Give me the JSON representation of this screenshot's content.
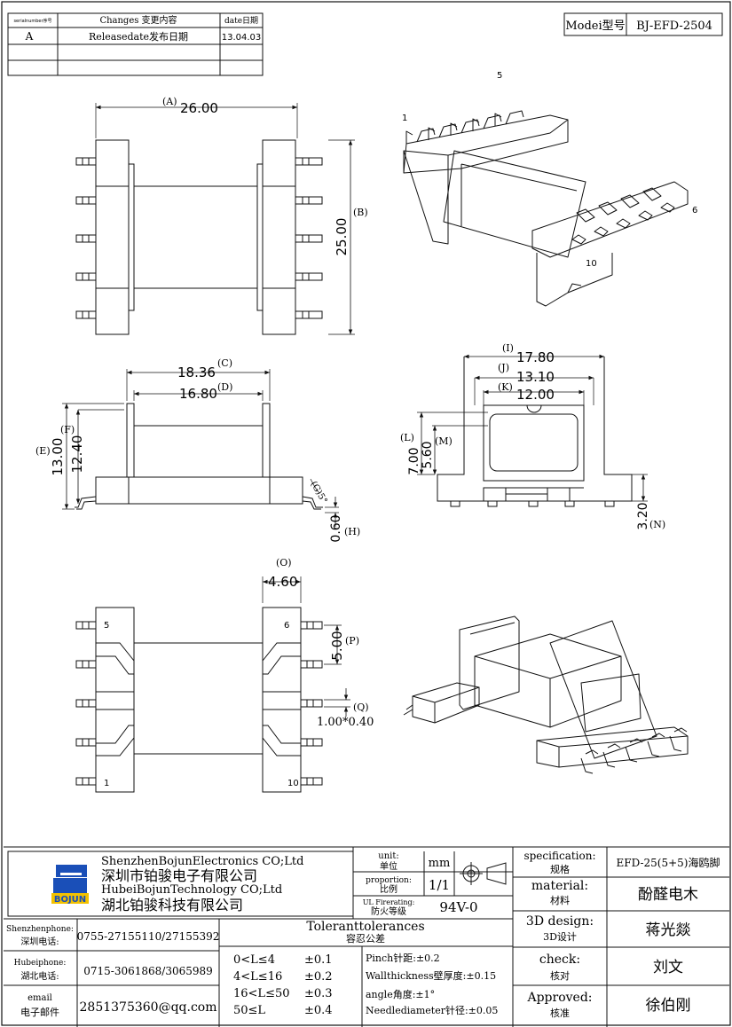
{
  "revision_table": {
    "headers": {
      "serial": "serialnumber序号",
      "changes": "Changes 变更内容",
      "date": "date日期"
    },
    "rows": [
      {
        "serial": "A",
        "changes": "Releasedate发布日期",
        "date": "13.04.03"
      },
      {
        "serial": "",
        "changes": "",
        "date": ""
      },
      {
        "serial": "",
        "changes": "",
        "date": ""
      }
    ]
  },
  "model_box": {
    "label": "Modei型号",
    "value": "BJ-EFD-2504"
  },
  "views": {
    "front": {
      "dim_a_label": "(A)",
      "dim_a_value": "26.00",
      "dim_b_value": "25.00",
      "dim_b_label": "(B)"
    },
    "side": {
      "dim_c_value": "18.36",
      "dim_c_label": "(C)",
      "dim_d_value": "16.80",
      "dim_d_label": "(D)",
      "dim_e_label": "(E)",
      "dim_e_value": "13.00",
      "dim_f_label": "(F)",
      "dim_f_value": "12.40",
      "dim_g_value": "0.60",
      "dim_g_label": "(H)",
      "angle_label": "(G)5°"
    },
    "end": {
      "dim_i_label": "(I)",
      "dim_i_value": "17.80",
      "dim_j_label": "(J)",
      "dim_j_value": "13.10",
      "dim_k_label": "(K)",
      "dim_k_value": "12.00",
      "dim_l_label": "(L)",
      "dim_l_value": "7.00",
      "dim_m_label": "(M)",
      "dim_m_value": "5.60",
      "dim_n_value": "3.20",
      "dim_n_label": "(N)"
    },
    "bottom": {
      "dim_o_label": "(O)",
      "dim_o_value": "4.60",
      "dim_p_value": "5.00",
      "dim_p_label": "(P)",
      "dim_q_label": "(Q)",
      "dim_q_value": "1.00*0.40",
      "pin_5": "5",
      "pin_6": "6",
      "pin_1": "1",
      "pin_10": "10"
    },
    "iso_top": {
      "pin_1": "1",
      "pin_5": "5",
      "pin_6": "6",
      "pin_10": "10"
    }
  },
  "title_block": {
    "company_en_1": "ShenzhenBojunElectronics CO;Ltd",
    "company_cn_1": "深圳市铂骏电子有限公司",
    "company_en_2": "HubeiBojunTechnology CO;Ltd",
    "company_cn_2": "湖北铂骏科技有限公司",
    "logo_text": "BOJUN",
    "unit_label": "unit:",
    "unit_label_cn": "单位",
    "unit_value": "mm",
    "proportion_label": "proportion:",
    "proportion_label_cn": "比例",
    "proportion_value": "1/1",
    "ul_label": "UL Firerating:",
    "ul_label_cn": "防火等级",
    "ul_value": "94V-0",
    "spec_label": "specification:",
    "spec_label_cn": "规格",
    "spec_value": "EFD-25(5+5)海鸥脚",
    "material_label": "material:",
    "material_label_cn": "材料",
    "material_value": "酚醛电木",
    "design_label": "3D design:",
    "design_label_cn": "3D设计",
    "design_value": "蒋光燚",
    "check_label": "check:",
    "check_label_cn": "核对",
    "check_value": "刘文",
    "approved_label": "Approved:",
    "approved_label_cn": "核准",
    "approved_value": "徐伯刚",
    "contacts": [
      {
        "label_en": "Shenzhenphone:",
        "label_cn": "深圳电话:",
        "value": "0755-27155110/27155392"
      },
      {
        "label_en": "Hubeiphone:",
        "label_cn": "湖北电话:",
        "value": "0715-3061868/3065989"
      },
      {
        "label_en": "email",
        "label_cn": "电子邮件",
        "value": "2851375360@qq.com"
      }
    ],
    "tolerance_title": "Toleranttolerances",
    "tolerance_title_cn": "容忍公差",
    "tolerances": [
      {
        "range": "0<L≤4",
        "value": "±0.1"
      },
      {
        "range": "4<L≤16",
        "value": "±0.2"
      },
      {
        "range": "16<L≤50",
        "value": "±0.3"
      },
      {
        "range": "50≤L",
        "value": "±0.4"
      }
    ],
    "extra_tolerances": [
      "Pinch针距:±0.2",
      "Wallthickness壁厚度:±0.15",
      "angle角度:±1°",
      "Needlediameter针径:±0.05"
    ]
  }
}
